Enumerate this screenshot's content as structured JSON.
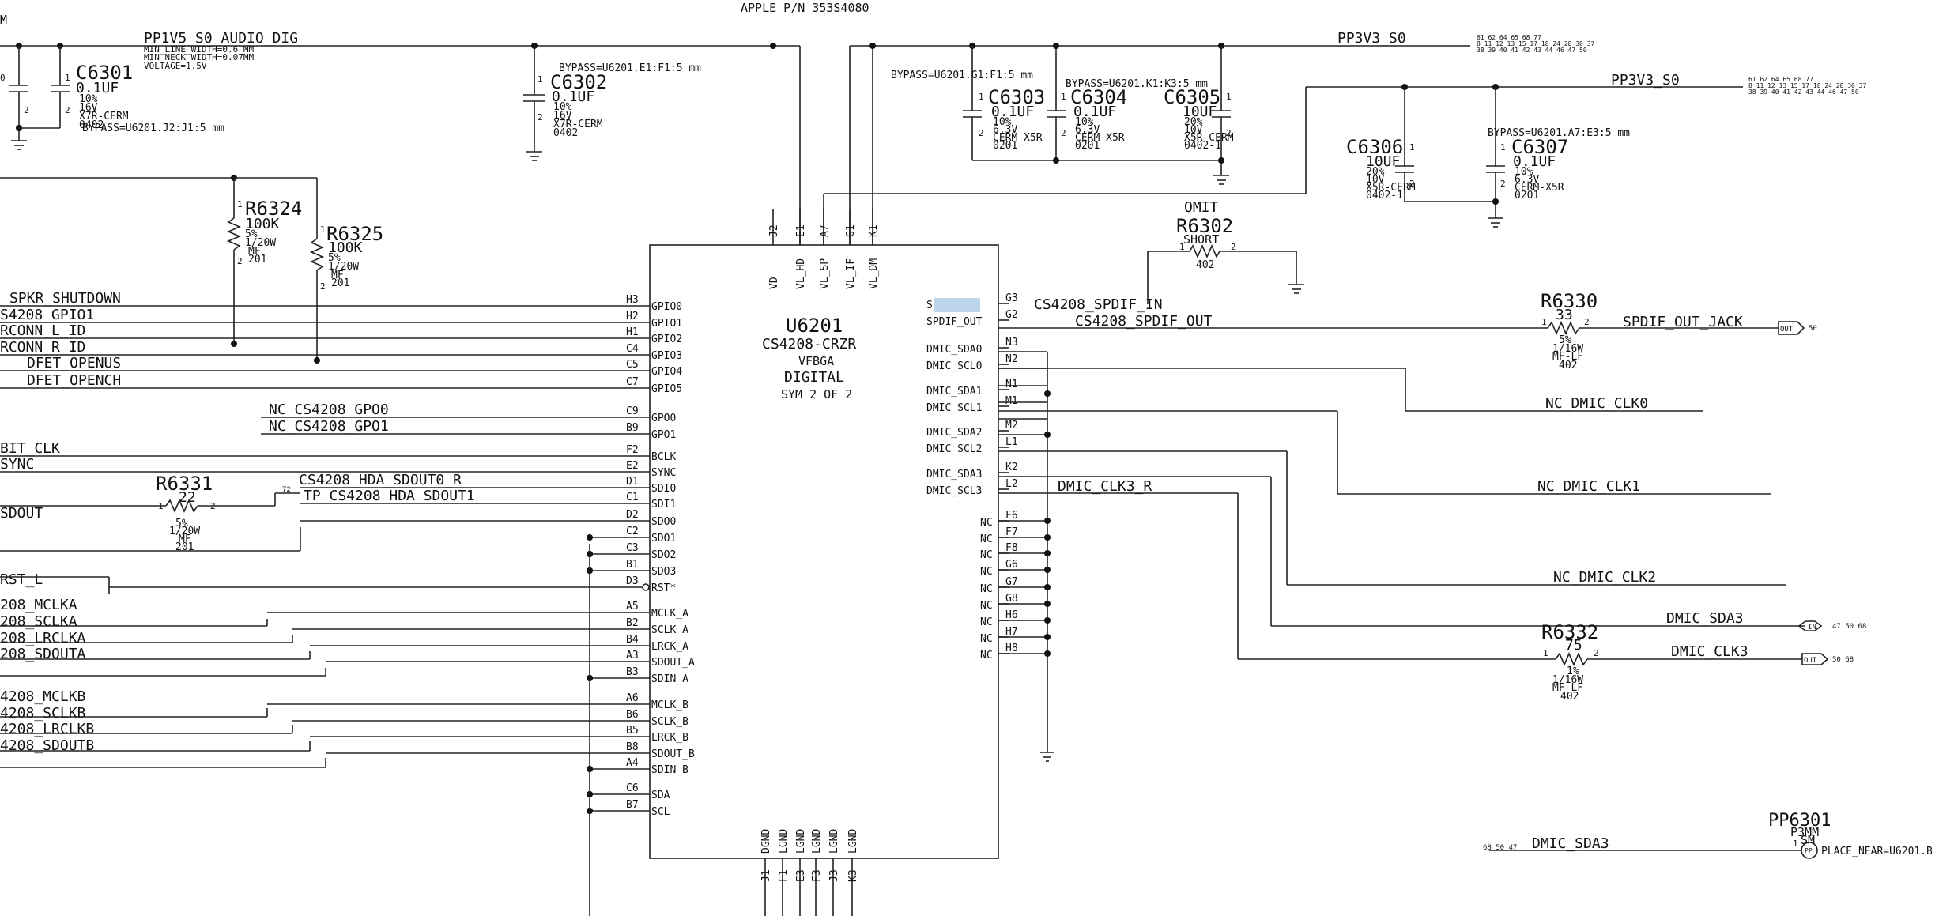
{
  "header": {
    "apple_pn": "APPLE P/N 353S4080",
    "edge": "M"
  },
  "ic": {
    "refdes": "U6201",
    "part": "CS4208-CRZR",
    "package": "VFBGA",
    "func": "DIGITAL",
    "sym": "SYM 2 OF 2"
  },
  "ic_top_pins": [
    {
      "pin": "J2",
      "name": "VD"
    },
    {
      "pin": "E1",
      "name": "VL_HD"
    },
    {
      "pin": "A7",
      "name": "VL_SP"
    },
    {
      "pin": "G1",
      "name": "VL_IF"
    },
    {
      "pin": "K1",
      "name": "VL_DM"
    }
  ],
  "ic_bottom_pins": [
    {
      "pin": "J1",
      "name": "DGND"
    },
    {
      "pin": "F1",
      "name": "LGND"
    },
    {
      "pin": "E3",
      "name": "LGND"
    },
    {
      "pin": "F3",
      "name": "LGND"
    },
    {
      "pin": "J3",
      "name": "LGND"
    },
    {
      "pin": "K3",
      "name": "LGND"
    }
  ],
  "ic_left_pins": [
    {
      "pin": "H3",
      "name": "GPIO0",
      "net": "SPKR_SHUTDOWN"
    },
    {
      "pin": "H2",
      "name": "GPIO1",
      "net": "S4208_GPIO1"
    },
    {
      "pin": "H1",
      "name": "GPIO2",
      "net": "RCONN_L_ID"
    },
    {
      "pin": "C4",
      "name": "GPIO3",
      "net": "RCONN_R_ID"
    },
    {
      "pin": "C5",
      "name": "GPIO4",
      "net": "DFET_OPENUS"
    },
    {
      "pin": "C7",
      "name": "GPIO5",
      "net": "DFET_OPENCH"
    },
    {
      "pin": "C9",
      "name": "GPO0",
      "net": "NC_CS4208_GPO0"
    },
    {
      "pin": "B9",
      "name": "GPO1",
      "net": "NC_CS4208_GPO1"
    },
    {
      "pin": "F2",
      "name": "BCLK",
      "net": "BIT_CLK"
    },
    {
      "pin": "E2",
      "name": "SYNC",
      "net": "SYNC"
    },
    {
      "pin": "D1",
      "name": "SDI0",
      "net": "CS4208_HDA_SDOUT0_R"
    },
    {
      "pin": "C1",
      "name": "SDI1",
      "net": "TP_CS4208_HDA_SDOUT1"
    },
    {
      "pin": "D2",
      "name": "SDO0",
      "net": "SDOUT"
    },
    {
      "pin": "C2",
      "name": "SDO1",
      "net": ""
    },
    {
      "pin": "C3",
      "name": "SDO2",
      "net": ""
    },
    {
      "pin": "B1",
      "name": "SDO3",
      "net": ""
    },
    {
      "pin": "D3",
      "name": "RST*",
      "net": "RST_L"
    },
    {
      "pin": "A5",
      "name": "MCLK_A",
      "net": "208_MCLKA"
    },
    {
      "pin": "B2",
      "name": "SCLK_A",
      "net": "208_SCLKA"
    },
    {
      "pin": "B4",
      "name": "LRCK_A",
      "net": "208_LRCLKA"
    },
    {
      "pin": "A3",
      "name": "SDOUT_A",
      "net": "208_SDOUTA"
    },
    {
      "pin": "B3",
      "name": "SDIN_A",
      "net": ""
    },
    {
      "pin": "A6",
      "name": "MCLK_B",
      "net": "4208_MCLKB"
    },
    {
      "pin": "B6",
      "name": "SCLK_B",
      "net": "4208_SCLKB"
    },
    {
      "pin": "B5",
      "name": "LRCK_B",
      "net": "4208_LRCLKB"
    },
    {
      "pin": "B8",
      "name": "SDOUT_B",
      "net": "4208_SDOUTB"
    },
    {
      "pin": "A4",
      "name": "SDIN_B",
      "net": ""
    },
    {
      "pin": "C6",
      "name": "SDA",
      "net": ""
    },
    {
      "pin": "B7",
      "name": "SCL",
      "net": ""
    }
  ],
  "ic_right_pins": [
    {
      "pin": "G3",
      "name": "SPDIF_IN",
      "net": "CS4208_SPDIF_IN"
    },
    {
      "pin": "G2",
      "name": "SPDIF_OUT",
      "net": "CS4208_SPDIF_OUT"
    },
    {
      "pin": "N3",
      "name": "DMIC_SDA0",
      "net": ""
    },
    {
      "pin": "N2",
      "name": "DMIC_SCL0",
      "net": "NC_DMIC_CLK0"
    },
    {
      "pin": "N1",
      "name": "DMIC_SDA1",
      "net": ""
    },
    {
      "pin": "M1",
      "name": "DMIC_SCL1",
      "net": "NC_DMIC_CLK1"
    },
    {
      "pin": "M2",
      "name": "DMIC_SDA2",
      "net": ""
    },
    {
      "pin": "L1",
      "name": "DMIC_SCL2",
      "net": "NC_DMIC_CLK2"
    },
    {
      "pin": "K2",
      "name": "DMIC_SDA3",
      "net": "DMIC_SDA3"
    },
    {
      "pin": "L2",
      "name": "DMIC_SCL3",
      "net": "DMIC_CLK3_R"
    },
    {
      "pin": "F6",
      "name": "NC",
      "net": ""
    },
    {
      "pin": "F7",
      "name": "NC",
      "net": ""
    },
    {
      "pin": "F8",
      "name": "NC",
      "net": ""
    },
    {
      "pin": "G6",
      "name": "NC",
      "net": ""
    },
    {
      "pin": "G7",
      "name": "NC",
      "net": ""
    },
    {
      "pin": "G8",
      "name": "NC",
      "net": ""
    },
    {
      "pin": "H6",
      "name": "NC",
      "net": ""
    },
    {
      "pin": "H7",
      "name": "NC",
      "net": ""
    },
    {
      "pin": "H8",
      "name": "NC",
      "net": ""
    }
  ],
  "rails": {
    "audio_dig": "PP1V5_S0_AUDIO_DIG",
    "rail1": "PP3V3_S0",
    "rail2": "PP3V3_S0",
    "rail1_refs_a": "61 62 64 65 68 77",
    "rail1_refs_b": "8 11 12 13 15 17 18 24 28 30 37",
    "rail1_refs_c": "38 39 40 41 42 43 44 46 47 50",
    "rail2_refs_a": "61 62 64 65 68 77",
    "rail2_refs_b": "8 11 12 13 15 17 18 24 28 30 37",
    "rail2_refs_c": "38 39 40 41 42 43 44 46 47 50"
  },
  "line_width_notes": {
    "min_line": "MIN_LINE_WIDTH=0.6 MM",
    "min_neck": "MIN_NECK_WIDTH=0.07MM",
    "voltage": "VOLTAGE=1.5V"
  },
  "caps": {
    "c6301": {
      "ref": "C6301",
      "value": "0.1UF",
      "tol": "10%",
      "volt": "16V",
      "diel": "X7R-CERM",
      "size": "0402",
      "bypass": "BYPASS=U6201.J2:J1:5 mm"
    },
    "c6302": {
      "ref": "C6302",
      "value": "0.1UF",
      "tol": "10%",
      "volt": "16V",
      "diel": "X7R-CERM",
      "size": "0402",
      "bypass": "BYPASS=U6201.E1:F1:5 mm"
    },
    "c6303": {
      "ref": "C6303",
      "value": "0.1UF",
      "tol": "10%",
      "volt": "6.3V",
      "diel": "CERM-X5R",
      "size": "0201",
      "bypass": "BYPASS=U6201.G1:F1:5 mm"
    },
    "c6304": {
      "ref": "C6304",
      "value": "0.1UF",
      "tol": "10%",
      "volt": "6.3V",
      "diel": "CERM-X5R",
      "size": "0201",
      "bypass": "BYPASS=U6201.K1:K3:5 mm"
    },
    "c6305": {
      "ref": "C6305",
      "value": "10UF",
      "tol": "20%",
      "volt": "10V",
      "diel": "X5R-CERM",
      "size": "0402-1"
    },
    "c6306": {
      "ref": "C6306",
      "value": "10UF",
      "tol": "20%",
      "volt": "10V",
      "diel": "X5R-CERM",
      "size": "0402-1"
    },
    "c6307": {
      "ref": "C6307",
      "value": "0.1UF",
      "tol": "10%",
      "volt": "6.3V",
      "diel": "CERM-X5R",
      "size": "0201",
      "bypass": "BYPASS=U6201.A7:E3:5 mm"
    }
  },
  "resistors": {
    "r6324": {
      "ref": "R6324",
      "value": "100K",
      "tol": "5%",
      "power": "1/20W",
      "type": "MF",
      "size": "201"
    },
    "r6325": {
      "ref": "R6325",
      "value": "100K",
      "tol": "5%",
      "power": "1/20W",
      "type": "MF",
      "size": "201"
    },
    "r6331": {
      "ref": "R6331",
      "value": "22",
      "tol": "5%",
      "power": "1/20W",
      "type": "MF",
      "size": "201"
    },
    "r6302": {
      "ref": "R6302",
      "omit": "OMIT",
      "value": "SHORT",
      "size": "402"
    },
    "r6330": {
      "ref": "R6330",
      "value": "33",
      "tol": "5%",
      "power": "1/16W",
      "type": "MF-LF",
      "size": "402"
    },
    "r6332": {
      "ref": "R6332",
      "value": "75",
      "tol": "1%",
      "power": "1/16W",
      "type": "MF-LF",
      "size": "402"
    }
  },
  "offpage": {
    "spdif_out_jack": "SPDIF_OUT_JACK",
    "spdif_flag": "OUT",
    "spdif_ref": "50",
    "dmic_sda3": "DMIC_SDA3",
    "dmic_sda3_flag": "IN",
    "dmic_sda3_ref": "47 50 68",
    "dmic_clk3": "DMIC_CLK3",
    "dmic_clk3_flag": "OUT",
    "dmic_clk3_ref": "50 68"
  },
  "testpoint": {
    "ref": "PP6301",
    "type": "P3MM",
    "sm": "SM",
    "net": "DMIC_SDA3",
    "refs": "68 50 47",
    "pp": "PP",
    "note": "PLACE_NEAR=U6201.B",
    "pin": "1"
  },
  "r6331_pin72": "72"
}
